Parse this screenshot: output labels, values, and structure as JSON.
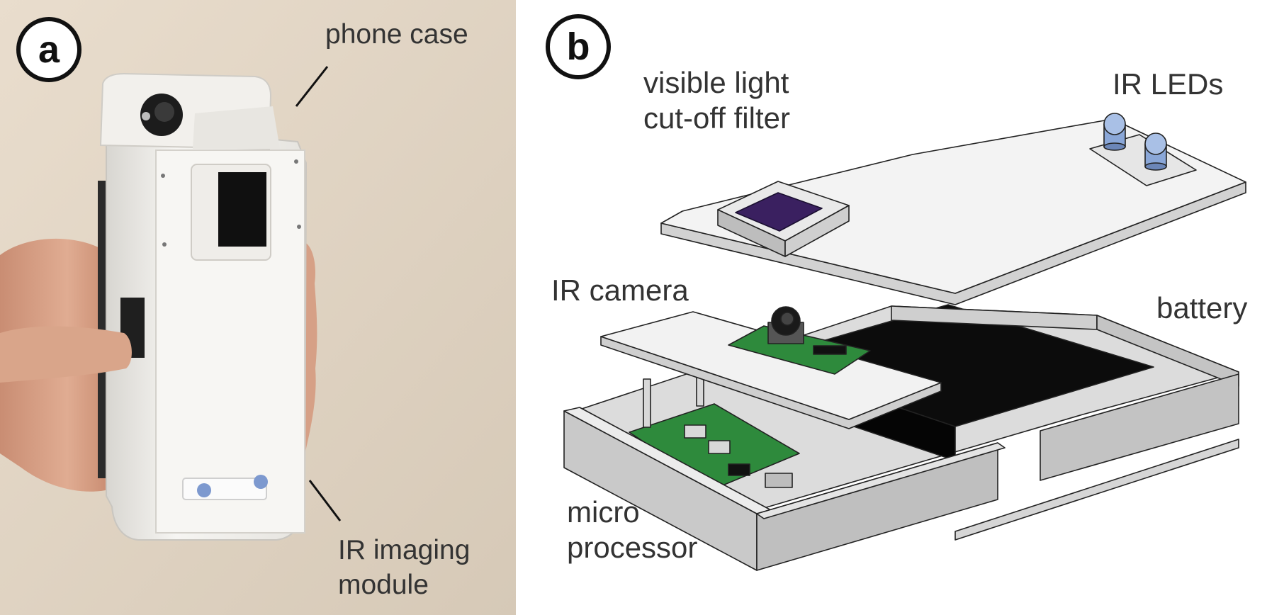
{
  "panel_a": {
    "badge": "a",
    "labels": {
      "phone_case": "phone case",
      "ir_imaging_module": [
        "IR imaging",
        "module"
      ]
    }
  },
  "panel_b": {
    "badge": "b",
    "labels": {
      "filter": [
        "visible light",
        "cut-off filter"
      ],
      "ir_leds": "IR LEDs",
      "ir_camera": "IR camera",
      "battery": "battery",
      "microprocessor": [
        "micro",
        "processor"
      ]
    }
  },
  "colors": {
    "photo_background": "#e2d6c6",
    "device_plastic": "#f4f2ee",
    "skin": "#d9a58a",
    "filter_glass": "#3a2060",
    "pcb_green": "#2e8a3c",
    "battery_black": "#0c0c0c",
    "led_blue": "#8aa7d8"
  }
}
